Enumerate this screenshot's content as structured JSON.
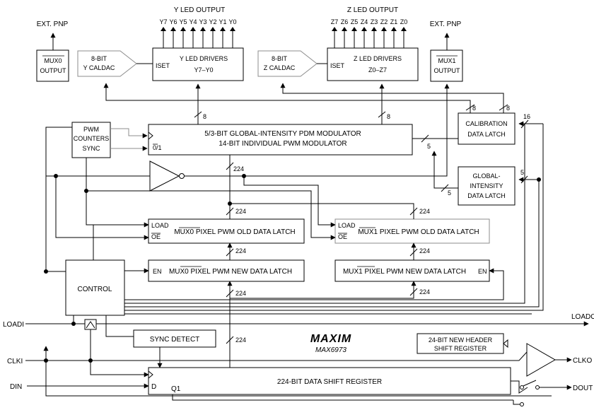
{
  "header": {
    "ext_pnp": "EXT. PNP",
    "y_led_output": "Y LED OUTPUT",
    "z_led_output": "Z LED OUTPUT",
    "y_pins": [
      "Y7",
      "Y6",
      "Y5",
      "Y4",
      "Y3",
      "Y2",
      "Y1",
      "Y0"
    ],
    "z_pins": [
      "Z7",
      "Z6",
      "Z5",
      "Z4",
      "Z3",
      "Z2",
      "Z1",
      "Z0"
    ]
  },
  "blocks": {
    "mux0_output": [
      "MUX0",
      "OUTPUT"
    ],
    "mux1_output": [
      "MUX1",
      "OUTPUT"
    ],
    "y_caldac": [
      "8-BIT",
      "Y CALDAC"
    ],
    "z_caldac": [
      "8-BIT",
      "Z CALDAC"
    ],
    "y_drivers": [
      "Y LED DRIVERS",
      "Y7–Y0"
    ],
    "z_drivers": [
      "Z LED DRIVERS",
      "Z0–Z7"
    ],
    "iset": "ISET",
    "pwm_counters": [
      "PWM",
      "COUNTERS",
      "SYNC"
    ],
    "modulator": [
      "5/3-BIT GLOBAL-INTENSITY PDM MODULATOR",
      "14-BIT INDIVIDUAL PWM MODULATOR"
    ],
    "mod_input": "0/1",
    "calibration_latch": [
      "CALIBRATION",
      "DATA LATCH"
    ],
    "global_latch": [
      "GLOBAL-",
      "INTENSITY",
      "DATA LATCH"
    ],
    "mux0_old": "MUX0 PIXEL PWM OLD DATA LATCH",
    "mux1_old": "MUX1 PIXEL PWM OLD DATA LATCH",
    "mux0_new": "MUX0 PIXEL PWM NEW DATA LATCH",
    "mux1_new": "MUX1 PIXEL PWM NEW DATA LATCH",
    "load": "LOAD",
    "oe": "OE",
    "en": "EN",
    "control": "CONTROL",
    "sync_detect": "SYNC DETECT",
    "header_shift": [
      "24-BIT NEW HEADER",
      "SHIFT REGISTER"
    ],
    "data_shift": "224-BIT DATA SHIFT REGISTER",
    "d": "D",
    "q1": "Q1"
  },
  "buses": {
    "b8": "8",
    "b16": "16",
    "b5": "5",
    "b224": "224"
  },
  "pins": {
    "loadi": "LOADI",
    "loado": "LOADO",
    "clki": "CLKI",
    "clko": "CLKO",
    "din": "DIN",
    "dout": "DOUT"
  },
  "brand": {
    "logo": "MAXIM",
    "part": "MAX6973"
  }
}
